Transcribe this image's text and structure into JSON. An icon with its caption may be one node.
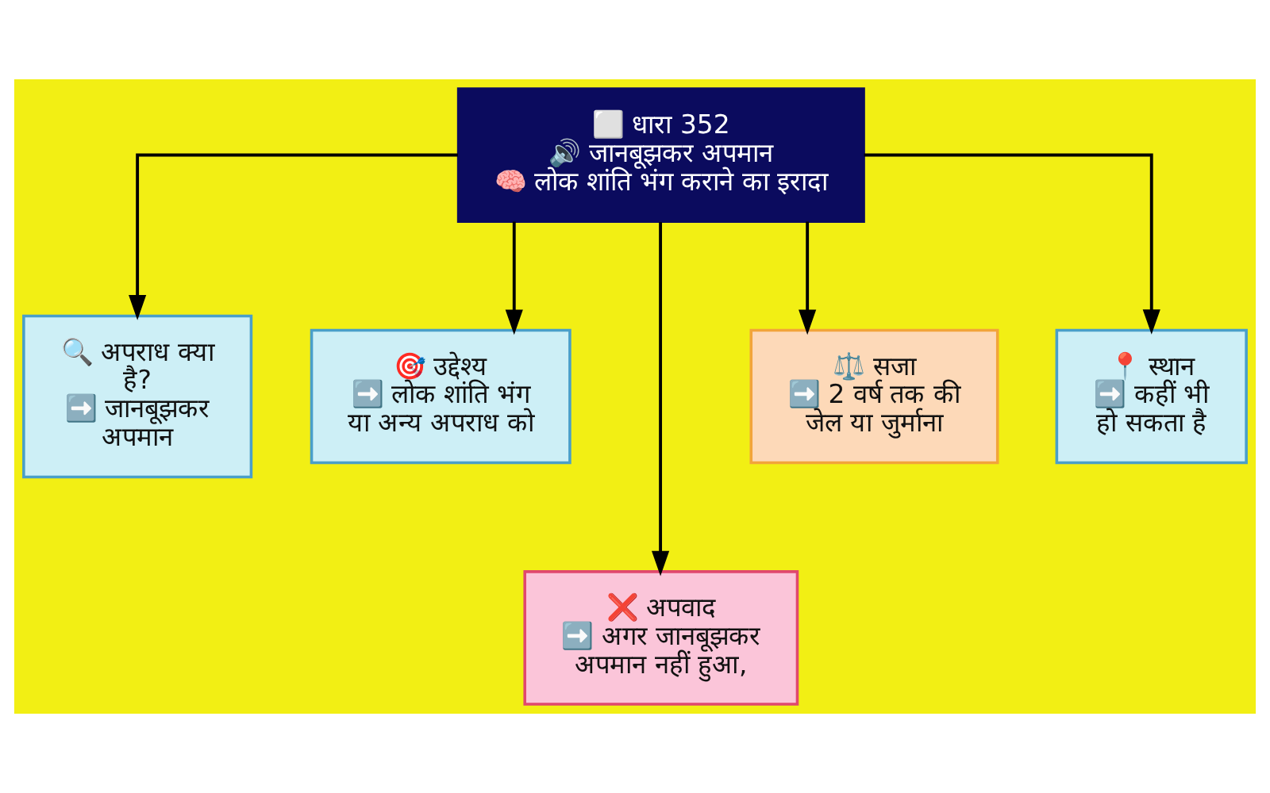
{
  "diagram": {
    "nodes": [
      {
        "text": [
          "⬜ धारा 352",
          "🔊 जानबूझकर अपमान",
          "🧠 लोक शांति भंग कराने का इरादा"
        ]
      },
      {
        "text": [
          "🔍 अपराध क्या है?",
          "➡️ जानबूझकर अपमान"
        ]
      },
      {
        "text": [
          "🎯 उद्देश्य",
          "➡️ लोक शांति भंग या अन्य अपराध को"
        ]
      },
      {
        "text": [
          "⚖️ सजा",
          "➡️ 2 वर्ष तक की जेल या जुर्माना"
        ]
      },
      {
        "text": [
          "📍 स्थान",
          "➡️ कहीं भी हो सकता है"
        ]
      },
      {
        "text": [
          "❌ अपवाद",
          "➡️ अगर जानबूझकर अपमान नहीं हुआ,"
        ]
      }
    ],
    "edges": [
      {
        "from": 0,
        "to": 1,
        "arrow": "to"
      },
      {
        "from": 0,
        "to": 2,
        "arrow": "to"
      },
      {
        "from": 0,
        "to": 5,
        "arrow": "to"
      },
      {
        "from": 0,
        "to": 3,
        "arrow": "to"
      },
      {
        "from": 0,
        "to": 4,
        "arrow": "to"
      }
    ]
  }
}
